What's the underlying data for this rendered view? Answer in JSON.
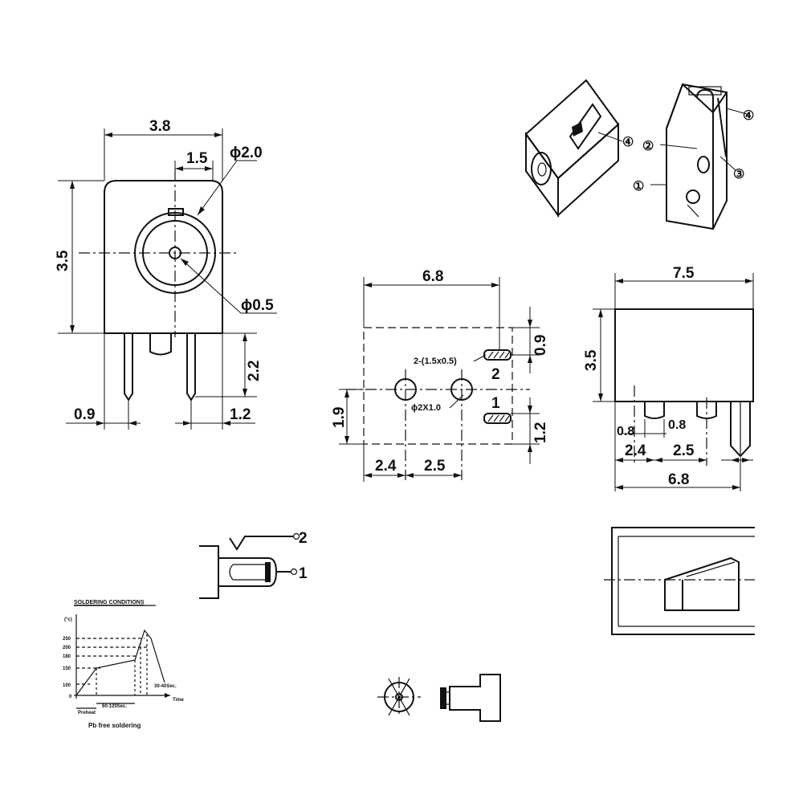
{
  "front_view": {
    "width": "3.8",
    "offset": "1.5",
    "outer_dia": "ϕ2.0",
    "height": "3.5",
    "pin_dia": "ϕ0.5",
    "leg_length": "2.2",
    "left_pin": "0.9",
    "right_pin": "1.2"
  },
  "footprint": {
    "width": "6.8",
    "top_gap": "0.9",
    "slot_label": "2-(1.5x0.5)",
    "pad2": "2",
    "pad1": "1",
    "holes_label": "ϕ2X1.0",
    "height": "1.9",
    "pad_height": "1.2",
    "spacing_a": "2.4",
    "spacing_b": "2.5"
  },
  "side_view": {
    "length": "7.5",
    "height": "3.5",
    "pin_a": "0.8",
    "pin_b": "0.8",
    "spacing_a": "2.4",
    "spacing_b": "2.5",
    "base": "6.8"
  },
  "isometric": {
    "callout_1": "①",
    "callout_2": "②",
    "callout_3": "③",
    "callout_4": "④"
  },
  "schematic": {
    "terminal_2": "2",
    "terminal_1": "1"
  },
  "soldering": {
    "title": "SOLDERING CONDITIONS",
    "y_unit": "(°c)",
    "y_ticks": [
      "250",
      "200",
      "180",
      "150",
      "100",
      "0"
    ],
    "x_label": "Time",
    "preheat": "Preheat",
    "preheat_time": "60-120Sec.",
    "peak_time": "30-40Sec.",
    "caption": "Pb free soldering"
  }
}
